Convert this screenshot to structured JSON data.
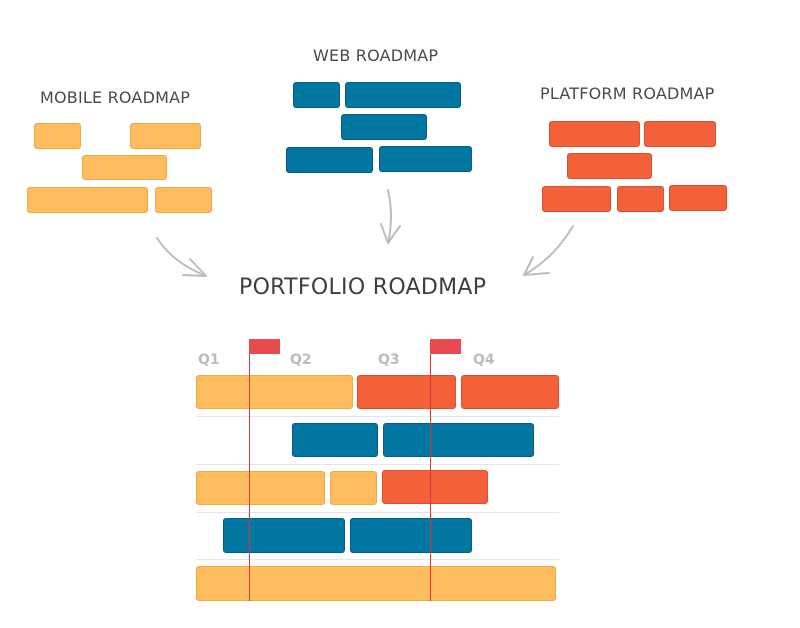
{
  "labels": {
    "mobile": "MOBILE ROADMAP",
    "web": "WEB ROADMAP",
    "platform": "PLATFORM ROADMAP",
    "portfolio": "PORTFOLIO ROADMAP"
  },
  "quarters": [
    "Q1",
    "Q2",
    "Q3",
    "Q4"
  ],
  "colors": {
    "mobile": "#fdbc5e",
    "web": "#0076a1",
    "platform": "#f4603a",
    "milestone": "#e84a50",
    "arrow": "#bdbdbd"
  }
}
